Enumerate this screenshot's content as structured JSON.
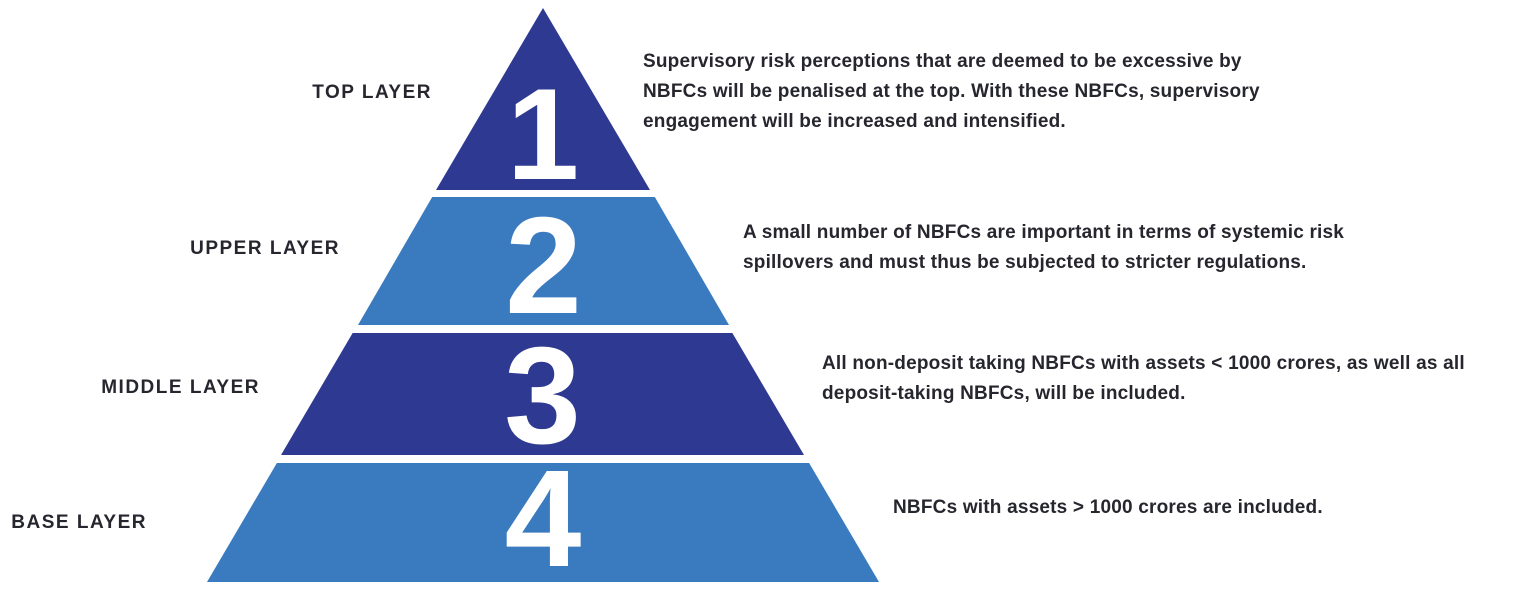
{
  "colors": {
    "dark_blue": "#2e3a92",
    "light_blue": "#3a7abf",
    "text_dark": "#26262e",
    "number_white": "#ffffff"
  },
  "pyramid": {
    "layers": [
      {
        "number": "1",
        "label": "TOP LAYER",
        "description": "Supervisory risk perceptions that are deemed to be excessive by\nNBFCs will be penalised at the top. With these NBFCs, supervisory\nengagement will be increased and intensified."
      },
      {
        "number": "2",
        "label": "UPPER LAYER",
        "description": "A small number of NBFCs are important in terms of systemic risk\nspillovers and must thus be subjected to stricter regulations."
      },
      {
        "number": "3",
        "label": "MIDDLE LAYER",
        "description": "All non-deposit taking NBFCs with assets < 1000 crores, as well as all\ndeposit-taking NBFCs, will be included."
      },
      {
        "number": "4",
        "label": "BASE LAYER",
        "description": "NBFCs with assets > 1000 crores are included."
      }
    ]
  }
}
